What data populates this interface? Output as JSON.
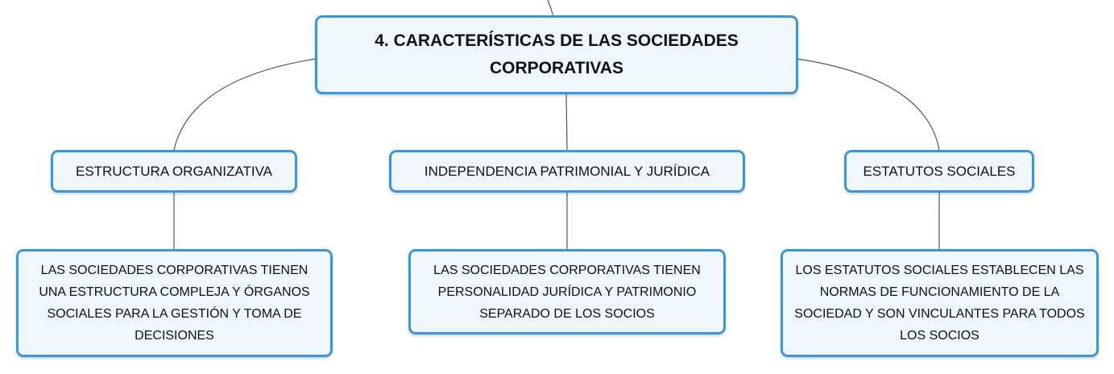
{
  "root": {
    "title_line1": "4. CARACTERÍSTICAS DE LAS SOCIEDADES",
    "title_line2": "CORPORATIVAS"
  },
  "branches": [
    {
      "label": "ESTRUCTURA ORGANIZATIVA",
      "detail_lines": [
        "LAS SOCIEDADES CORPORATIVAS TIENEN",
        "UNA ESTRUCTURA COMPLEJA Y ÓRGANOS",
        "SOCIALES PARA LA GESTIÓN Y TOMA DE",
        "DECISIONES"
      ]
    },
    {
      "label": "INDEPENDENCIA PATRIMONIAL Y JURÍDICA",
      "detail_lines": [
        "LAS SOCIEDADES CORPORATIVAS TIENEN",
        "PERSONALIDAD JURÍDICA Y PATRIMONIO",
        "SEPARADO DE LOS SOCIOS"
      ]
    },
    {
      "label": "ESTATUTOS SOCIALES",
      "detail_lines": [
        "LOS ESTATUTOS SOCIALES ESTABLECEN LAS",
        "NORMAS DE FUNCIONAMIENTO DE LA",
        "SOCIEDAD Y SON VINCULANTES PARA TODOS",
        "LOS SOCIOS"
      ]
    }
  ],
  "colors": {
    "node_border": "#3a96e0",
    "node_fill": "#eef7fd",
    "connector": "#555555"
  }
}
